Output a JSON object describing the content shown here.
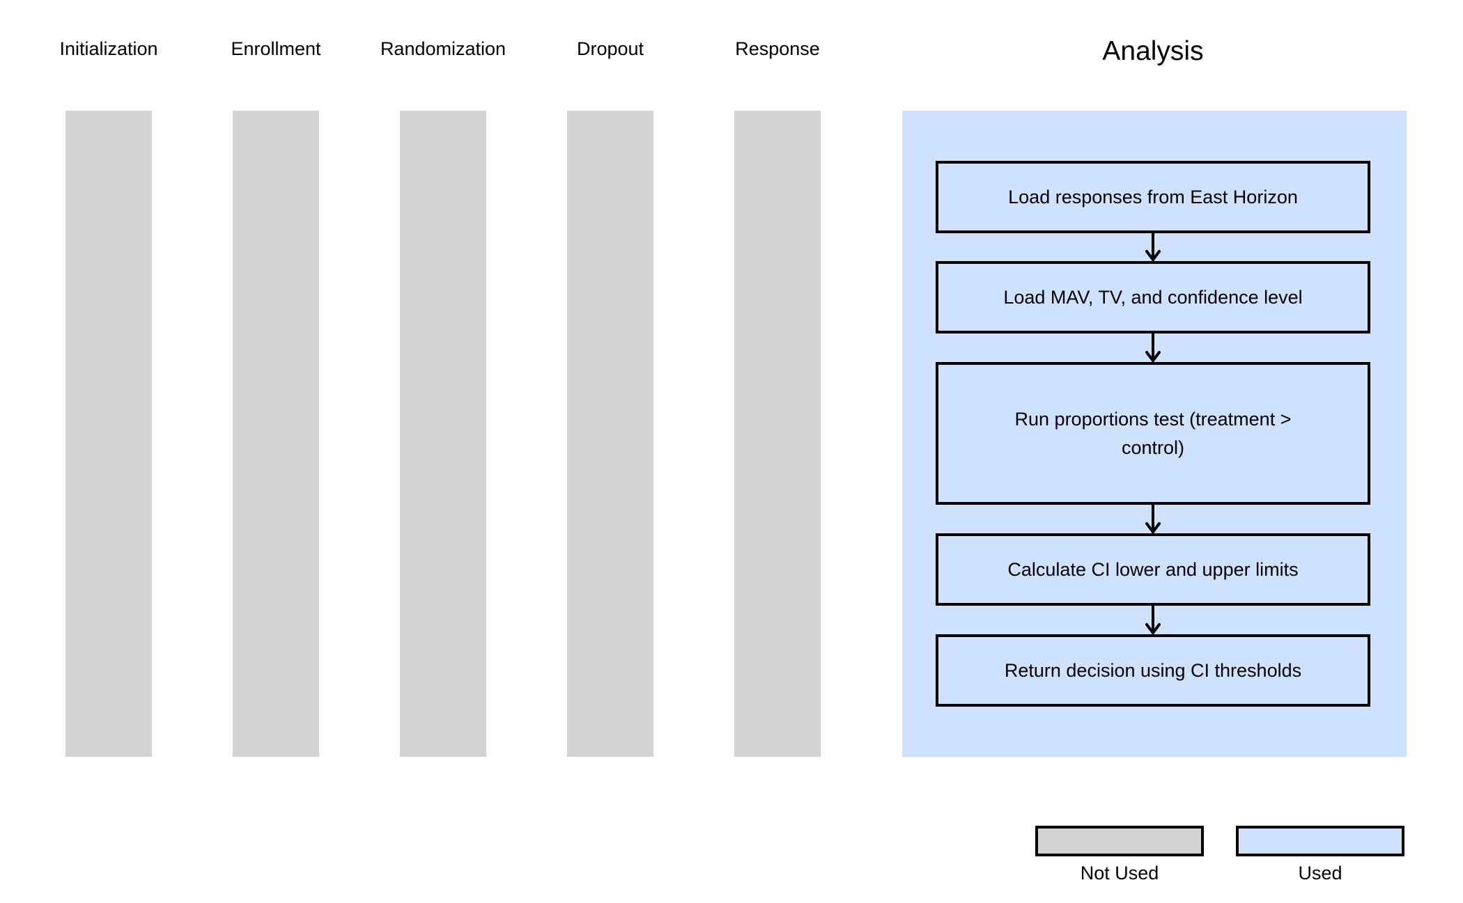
{
  "colors": {
    "not_used": "#d3d3d3",
    "used": "#cfe2fd",
    "border": "#000000",
    "background": "#ffffff"
  },
  "stages": [
    {
      "label": "Initialization",
      "status": "not_used"
    },
    {
      "label": "Enrollment",
      "status": "not_used"
    },
    {
      "label": "Randomization",
      "status": "not_used"
    },
    {
      "label": "Dropout",
      "status": "not_used"
    },
    {
      "label": "Response",
      "status": "not_used"
    }
  ],
  "analysis": {
    "title": "Analysis",
    "status": "used",
    "steps": [
      "Load responses from East Horizon",
      "Load MAV, TV, and confidence level",
      "Run proportions test (treatment > control)",
      "Calculate CI lower and upper limits",
      "Return decision using CI thresholds"
    ]
  },
  "legend": {
    "not_used": "Not Used",
    "used": "Used"
  }
}
